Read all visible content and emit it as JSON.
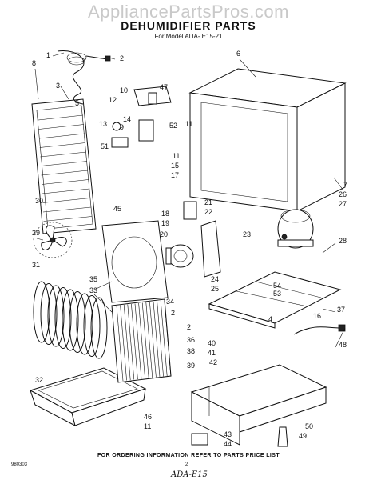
{
  "watermark": "AppliancePartsPros.com",
  "title": "DEHUMIDIFIER PARTS",
  "subtitle": "For Model ADA- E15-21",
  "footer": "FOR ORDERING INFORMATION REFER TO PARTS PRICE LIST",
  "document_code": "980303",
  "page_number": "2",
  "handwritten_note": "ADA-E15",
  "callouts": [
    {
      "id": "c1",
      "label": "1"
    },
    {
      "id": "c2",
      "label": "2"
    },
    {
      "id": "c3",
      "label": "3"
    },
    {
      "id": "c4",
      "label": "4"
    },
    {
      "id": "c5",
      "label": "5"
    },
    {
      "id": "c6",
      "label": "6"
    },
    {
      "id": "c7",
      "label": "7"
    },
    {
      "id": "c8",
      "label": "8"
    },
    {
      "id": "c9",
      "label": "9"
    },
    {
      "id": "c10",
      "label": "10"
    },
    {
      "id": "c11a",
      "label": "11"
    },
    {
      "id": "c11b",
      "label": "11"
    },
    {
      "id": "c11c",
      "label": "11"
    },
    {
      "id": "c12",
      "label": "12"
    },
    {
      "id": "c13",
      "label": "13"
    },
    {
      "id": "c14",
      "label": "14"
    },
    {
      "id": "c15",
      "label": "15"
    },
    {
      "id": "c16",
      "label": "16"
    },
    {
      "id": "c17",
      "label": "17"
    },
    {
      "id": "c18",
      "label": "18"
    },
    {
      "id": "c19",
      "label": "19"
    },
    {
      "id": "c20",
      "label": "20"
    },
    {
      "id": "c21",
      "label": "21"
    },
    {
      "id": "c22",
      "label": "22"
    },
    {
      "id": "c23",
      "label": "23"
    },
    {
      "id": "c24",
      "label": "24"
    },
    {
      "id": "c25",
      "label": "25"
    },
    {
      "id": "c26",
      "label": "26"
    },
    {
      "id": "c27",
      "label": "27"
    },
    {
      "id": "c28",
      "label": "28"
    },
    {
      "id": "c29",
      "label": "29"
    },
    {
      "id": "c30",
      "label": "30"
    },
    {
      "id": "c31",
      "label": "31"
    },
    {
      "id": "c32",
      "label": "32"
    },
    {
      "id": "c33",
      "label": "33"
    },
    {
      "id": "c34",
      "label": "34"
    },
    {
      "id": "c35",
      "label": "35"
    },
    {
      "id": "c36",
      "label": "36"
    },
    {
      "id": "c37",
      "label": "37"
    },
    {
      "id": "c38",
      "label": "38"
    },
    {
      "id": "c39",
      "label": "39"
    },
    {
      "id": "c40",
      "label": "40"
    },
    {
      "id": "c41",
      "label": "41"
    },
    {
      "id": "c42",
      "label": "42"
    },
    {
      "id": "c43",
      "label": "43"
    },
    {
      "id": "c44",
      "label": "44"
    },
    {
      "id": "c45",
      "label": "45"
    },
    {
      "id": "c46",
      "label": "46"
    },
    {
      "id": "c47",
      "label": "47"
    },
    {
      "id": "c48",
      "label": "48"
    },
    {
      "id": "c49",
      "label": "49"
    },
    {
      "id": "c50",
      "label": "50"
    },
    {
      "id": "c51",
      "label": "51"
    },
    {
      "id": "c52",
      "label": "52"
    },
    {
      "id": "c53",
      "label": "53"
    },
    {
      "id": "c54",
      "label": "54"
    },
    {
      "id": "c2b",
      "label": "2"
    },
    {
      "id": "c2c",
      "label": "2"
    }
  ]
}
